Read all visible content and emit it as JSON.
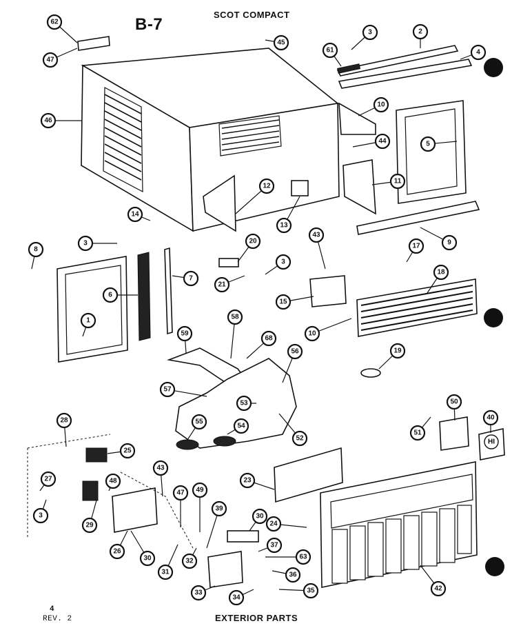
{
  "page": {
    "section_code": "B-7",
    "model_title": "SCOT COMPACT",
    "footer_title": "EXTERIOR PARTS",
    "page_number": "4",
    "revision": "REV. 2"
  },
  "badge": {
    "text": "HI"
  },
  "callouts": [
    "62",
    "47",
    "45",
    "3",
    "2",
    "61",
    "4",
    "10",
    "46",
    "44",
    "5",
    "11",
    "12",
    "13",
    "14",
    "8",
    "3",
    "7",
    "43",
    "20",
    "3",
    "17",
    "18",
    "6",
    "1",
    "15",
    "21",
    "10",
    "19",
    "58",
    "68",
    "56",
    "59",
    "57",
    "53",
    "55",
    "54",
    "52",
    "28",
    "25",
    "27",
    "48",
    "43",
    "47",
    "49",
    "3",
    "29",
    "26",
    "30",
    "31",
    "32",
    "39",
    "30",
    "37",
    "63",
    "36",
    "33",
    "34",
    "35",
    "23",
    "24",
    "51",
    "50",
    "40",
    "42",
    "9"
  ]
}
